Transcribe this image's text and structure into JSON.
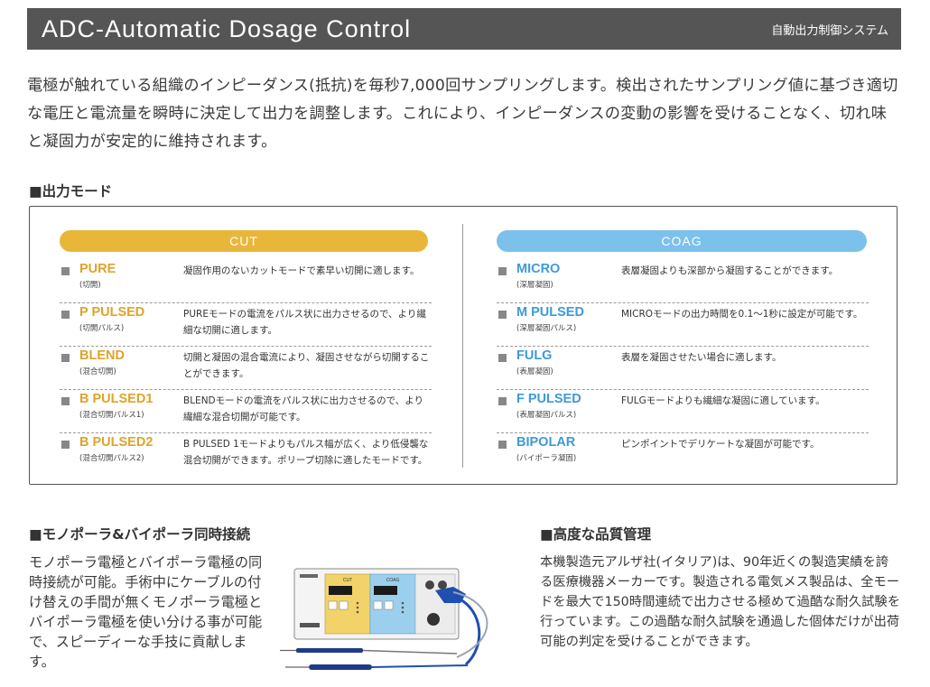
{
  "header": {
    "title": "ADC-Automatic Dosage Control",
    "subtitle": "自動出力制御システム"
  },
  "intro": {
    "text": "電極が触れている組織のインピーダンス(抵抗)を毎秒7,000回サンプリングします。検出されたサンプリング値に基づき適切な電圧と電流量を瞬時に決定して出力を調整します。これにより、インピーダンスの変動の影響を受けることなく、切れ味と凝固力が安定的に維持されます。"
  },
  "output_modes": {
    "label": "■出力モード",
    "cut": {
      "heading": "CUT",
      "items": [
        {
          "name": "PURE",
          "sub": "(切開)",
          "desc": "凝固作用のないカットモードで素早い切開に適します。"
        },
        {
          "name": "P PULSED",
          "sub": "(切開パルス)",
          "desc": "PUREモードの電流をパルス状に出力させるので、より繊細な切開に適します。"
        },
        {
          "name": "BLEND",
          "sub": "(混合切開)",
          "desc": "切開と凝固の混合電流により、凝固させながら切開することができます。"
        },
        {
          "name": "B PULSED1",
          "sub": "(混合切開パルス1)",
          "desc": "BLENDモードの電流をパルス状に出力させるので、より繊細な混合切開が可能です。"
        },
        {
          "name": "B PULSED2",
          "sub": "(混合切開パルス2)",
          "desc": "B PULSED 1モードよりもパルス幅が広く、より低侵襲な混合切開ができます。ポリープ切除に適したモードです。"
        }
      ]
    },
    "coag": {
      "heading": "COAG",
      "items": [
        {
          "name": "MICRO",
          "sub": "(深層凝固)",
          "desc": "表層凝固よりも深部から凝固することができます。"
        },
        {
          "name": "M PULSED",
          "sub": "(深層凝固パルス)",
          "desc": "MICROモードの出力時間を0.1〜1秒に設定が可能です。"
        },
        {
          "name": "FULG",
          "sub": "(表層凝固)",
          "desc": "表層を凝固させたい場合に適します。"
        },
        {
          "name": "F PULSED",
          "sub": "(表層凝固パルス)",
          "desc": "FULGモードよりも繊細な凝固に適しています。"
        },
        {
          "name": "BIPOLAR",
          "sub": "(バイポーラ凝固)",
          "desc": "ピンポイントでデリケートな凝固が可能です。"
        }
      ]
    }
  },
  "mono_bipolar": {
    "label": "■モノポーラ&バイポーラ同時接続",
    "text": "モノポーラ電極とバイポーラ電極の同時接続が可能。手術中にケーブルの付け替えの手間が無くモノポーラ電極とバイポーラ電極を使い分ける事が可能で、スピーディーな手技に貢献します。"
  },
  "device_panel": {
    "cut_label": "CUT",
    "coag_label": "COAG"
  },
  "quality": {
    "label": "■高度な品質管理",
    "text": "本機製造元アルザ社(イタリア)は、90年近くの製造実績を誇る医療機器メーカーです。製造される電気メス製品は、全モードを最大で150時間連続で出力させる極めて過酷な耐久試験を行っています。この過酷な耐久試験を通過した個体だけが出荷可能の判定を受けることができます。"
  },
  "colors": {
    "header_bg": "#555555",
    "cut_accent": "#e8b73a",
    "coag_accent": "#7cc0ec"
  }
}
